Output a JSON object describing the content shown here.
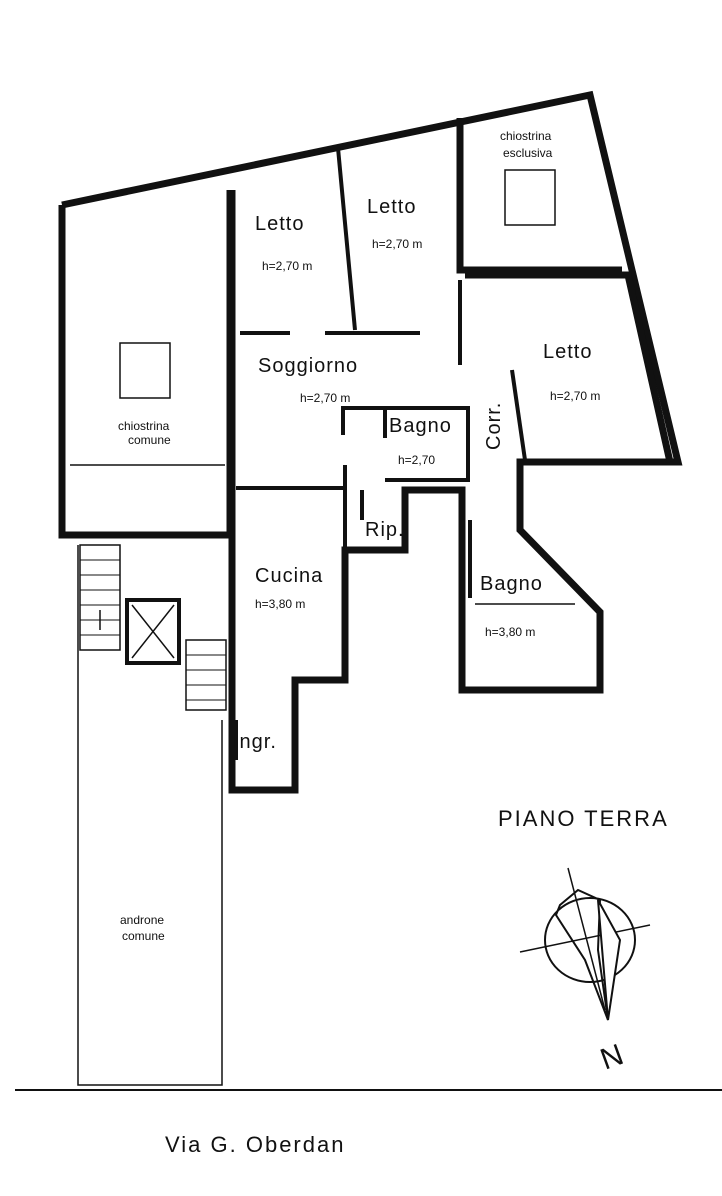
{
  "plan": {
    "title": "PIANO TERRA",
    "street": "Via G. Oberdan",
    "north_label": "N",
    "rooms": {
      "letto_1": "Letto",
      "letto_2": "Letto",
      "letto_3": "Letto",
      "soggiorno": "Soggiorno",
      "bagno_1": "Bagno",
      "bagno_2": "Bagno",
      "corr": "Corr.",
      "rip": "Rip.",
      "cucina": "Cucina",
      "ingr": "Ingr.",
      "chiostrina_esclusiva_1": "chiostrina",
      "chiostrina_esclusiva_2": "esclusiva",
      "chiostrina_comune_1": "chiostrina",
      "chiostrina_comune_2": "comune",
      "androne_1": "androne",
      "androne_2": "comune"
    },
    "heights": {
      "letto_1": "h=2,70 m",
      "letto_2": "h=2,70 m",
      "letto_3": "h=2,70 m",
      "soggiorno": "h=2,70 m",
      "bagno_1": "h=2,70",
      "cucina": "h=3,80 m",
      "bagno_2": "h=3,80 m"
    }
  }
}
